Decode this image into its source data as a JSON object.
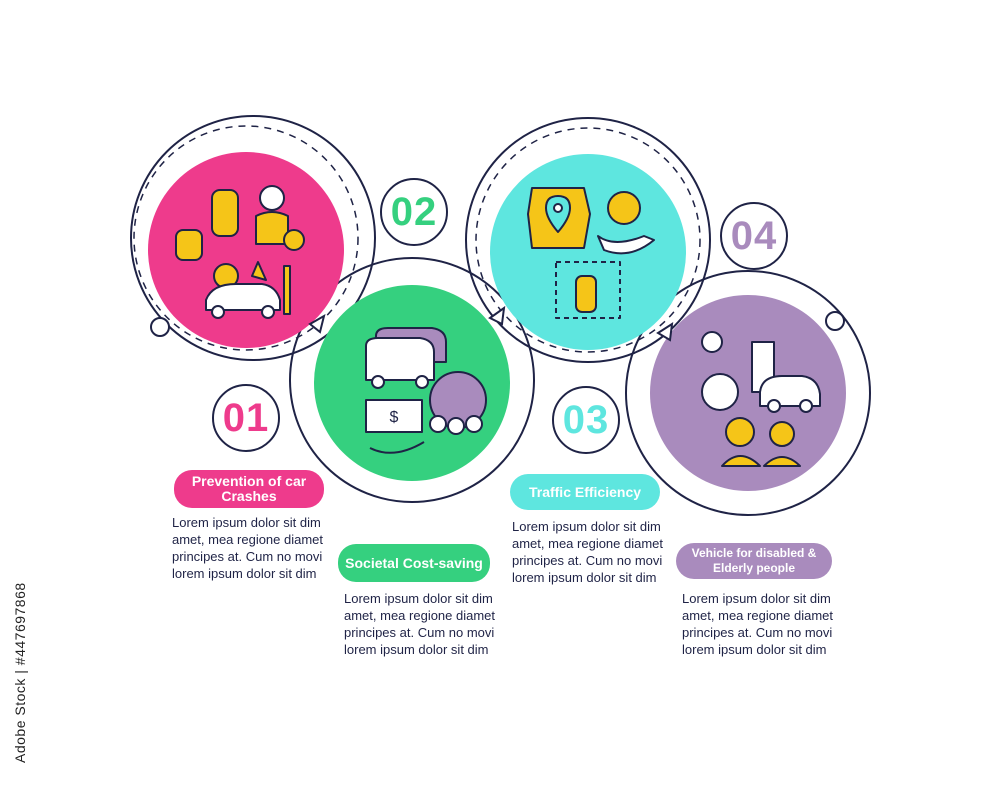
{
  "steps": [
    {
      "number": "01",
      "title": "Prevention of car Crashes",
      "text": "Lorem ipsum dolor sit dim amet, mea regione diamet principes at. Cum no movi lorem ipsum dolor sit dim",
      "color": "#ee3b8c"
    },
    {
      "number": "02",
      "title": "Societal Cost-saving",
      "text": "Lorem ipsum dolor sit dim amet, mea regione diamet principes at. Cum no movi lorem ipsum dolor sit dim",
      "color": "#35d07f"
    },
    {
      "number": "03",
      "title": "Traffic Efficiency",
      "text": "Lorem ipsum dolor sit dim amet, mea regione diamet principes at. Cum no movi lorem ipsum dolor sit dim",
      "color": "#5ee6df"
    },
    {
      "number": "04",
      "title": "Vehicle for disabled & Elderly people",
      "text": "Lorem ipsum dolor sit dim amet, mea regione diamet principes at. Cum no movi lorem ipsum dolor sit dim",
      "color": "#a98bbd"
    }
  ],
  "icons": [
    "car-crash-icon",
    "electric-cars-money-globe-icon",
    "map-pin-hand-road-icon",
    "wheelchair-elderly-ev-icon"
  ],
  "colors": {
    "outline": "#1f2346",
    "accent_yellow": "#f5c518"
  },
  "side_text": "Adobe Stock | #447697868"
}
